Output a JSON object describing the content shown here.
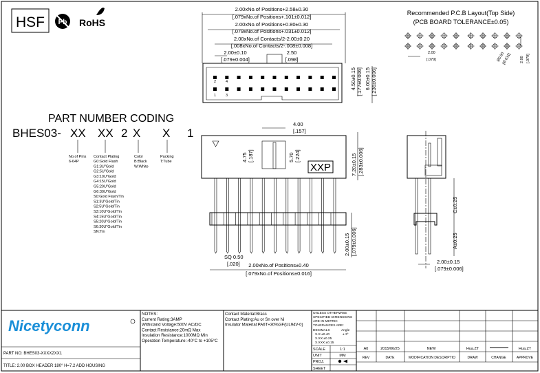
{
  "badges": {
    "hsf": "HSF",
    "pb": "Pb",
    "rohs": "RoHS"
  },
  "top_view": {
    "dim1": "2.00xNo.of Positions+2.58±0.30",
    "dim1_in": "[.079xNo.of Positions+.101±0.012]",
    "dim2": "2.00xNo.of Positions+0.80±0.30",
    "dim2_in": "[.079xNo.of Positions+.031±0.012]",
    "dim3": "2.00xNo.of Contacts/2-2.00±0.20",
    "dim3_in": "[.008xNo.of Contacts/2-.008±0.008]",
    "pitch": "2.00±0.10",
    "pitch_in": "[.079±0.004]",
    "key": "2.50",
    "key_in": "[.098]",
    "h1": "4.50±0.15",
    "h1_in": "[.177±0.006]",
    "h2": "6.00±0.15",
    "h2_in": "[.236±0.006]",
    "pin_labels": [
      "2",
      "4",
      "1",
      "3"
    ]
  },
  "pcb_layout": {
    "title": "Recommended P.C.B Layout(Top Side)",
    "tolerance": "(PCB BOARD TOLERANCE±0.05)",
    "pitch": "2.00",
    "pitch_in": "[.079]",
    "hole": "Ø0.80",
    "hole_in": "[Ø.031]",
    "row": "2.00",
    "row_in": "[.079]"
  },
  "part_coding": {
    "heading": "PART NUMBER CODING",
    "code": [
      "BHES03-",
      "XX",
      "XX",
      "2",
      "X",
      "X",
      "1"
    ],
    "pins": {
      "title": "No.of Pins",
      "lines": [
        "6-64P"
      ]
    },
    "plating": {
      "title": "Contact Plating",
      "lines": [
        "G0:Gold Flash",
        "G1:3U\"Gold",
        "G2:5U\"Gold",
        "G3:10U\"Gold",
        "G4:15U\"Gold",
        "G5:20U\"Gold",
        "G6:30U\"Gold",
        "S0:Gold Flash/Tin",
        "S1:3U\"Gold/Tin",
        "S2:5U\"Gold/Tin",
        "S3:10U\"Gold/Tin",
        "S4:15U\"Gold/Tin",
        "S5:20U\"Gold/Tin",
        "S6:30U\"Gold/Tin",
        "SN:Tin"
      ]
    },
    "color": {
      "title": "Color",
      "lines": [
        "B:Black",
        "W:White"
      ]
    },
    "packing": {
      "title": "Packing",
      "lines": [
        "T:Tube"
      ]
    }
  },
  "front_view": {
    "w": "4.00",
    "w_in": "[.157]",
    "d1": "4.75",
    "d1_in": "[.187]",
    "d2": "5.70",
    "d2_in": "[.224]",
    "h": "7.20±0.15",
    "h_in": "[.283±0.006]",
    "mark": "XXP",
    "sq": "SQ 0.50",
    "sq_in": "[.020]",
    "len": "2.00xNo.of Positions±0.40",
    "len_in": "[.079xNo.of Positions±0.016]",
    "pin_h": "2.00±0.15",
    "pin_h_in": "[.079±0.006]"
  },
  "side_view": {
    "c": "C±0.25",
    "a": "A±0.25",
    "row": "2.00±0.15",
    "row_in": "[.079±0.006]"
  },
  "title_block": {
    "company": "Nicetyconn",
    "notes": [
      "NOTES:",
      "Current Rating:3AMP",
      "Withstand Voltage:500V AC/DC",
      "Contact Resistance:20mΩ Max",
      "Insulation Resistance:1000MΩ Min",
      "Operation Temperature:-40°C to +105°C"
    ],
    "materials": [
      "Contact Material:Brass",
      "Contact Plating:Au or Sn over Ni",
      "Insulator Material:PA6T+30%GF(UL94V-0)"
    ],
    "tolerances": [
      "UNLESS OTHERWISE",
      "SPECIFIED DIMENSIONS",
      "ARE IN METRIC",
      "TOLERANCES  ARE:",
      "DECIMALS",
      "X.X:±0.40",
      "X.XX:±0.25",
      "X.XXX:±0.15",
      "Angle",
      "± 3°"
    ],
    "scale_label": "SCALE",
    "scale": "1:1",
    "unit_label": "UNIT",
    "unit": "MM",
    "proj_label": "PROJ.",
    "sheet_label": "SHEET",
    "part_no": "PART NO: BHES03-XXXX2XX1",
    "title": "TITLE: 2.00 BOX HEADER 180° H=7.2 ADD HOUSING",
    "revision": {
      "rev": "A0",
      "date": "2015/06/25",
      "desc": "NEW",
      "draw": "Hua.ZT",
      "approve": "Hua.ZT"
    },
    "headers": [
      "REV",
      "DATE",
      "MODIFICATION DESCRIPTIO",
      "DRAW",
      "CHANGE",
      "APPROVE"
    ]
  }
}
